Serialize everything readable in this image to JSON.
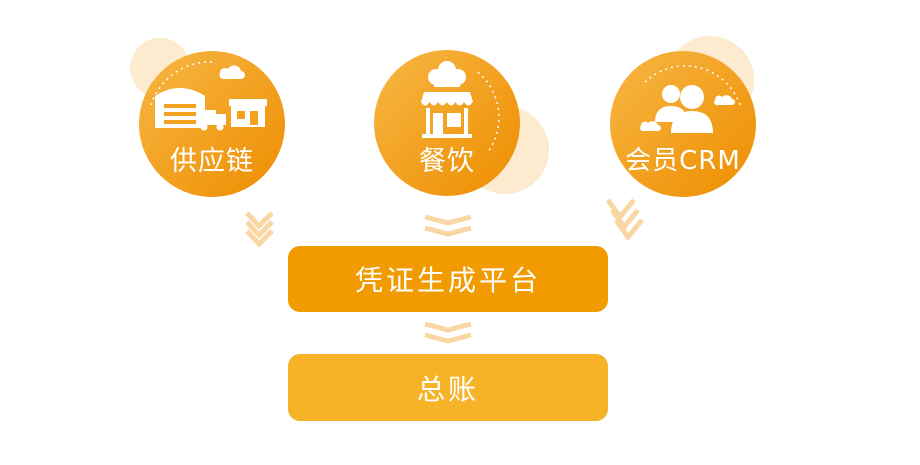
{
  "nodes": [
    {
      "id": "supply",
      "label": "供应链",
      "icon": "warehouse-truck-icon"
    },
    {
      "id": "dining",
      "label": "餐饮",
      "icon": "chef-hat-storefront-icon"
    },
    {
      "id": "crm",
      "label": "会员CRM",
      "icon": "people-icon"
    }
  ],
  "platform": {
    "label": "凭证生成平台"
  },
  "ledger": {
    "label": "总账"
  },
  "colors": {
    "circle_light": "#F6B13A",
    "circle_dark": "#EE8F00",
    "halo": "#FCEBCF",
    "arrow": "#F9D7A3",
    "platform": "#F29B00",
    "ledger": "#F6B328",
    "cloud": "#FFFFFF"
  }
}
